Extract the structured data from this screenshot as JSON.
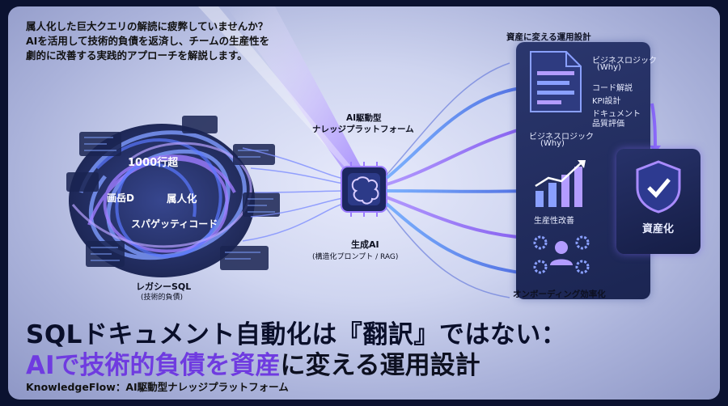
{
  "intro": {
    "line1": "属人化した巨大クエリの解読に疲弊していませんか？",
    "line2": "AIを活用して技術的負債を返済し、チームの生産性を",
    "line3": "劇的に改善する実践的アプローチを解説します。"
  },
  "left_cluster": {
    "tag_1000": "1000行超",
    "tag_cte": "画岳D",
    "tag_zokujin": "属人化",
    "tag_spaghetti": "スパゲッティコード",
    "caption_1": "レガシーSQL",
    "caption_2": "(技術的負債)"
  },
  "center": {
    "platform_1": "AI駆動型",
    "platform_2": "ナレッジプラットフォーム",
    "gen_ai": "生成AI",
    "gen_ai_sub": "(構造化プロンプト / RAG)"
  },
  "right": {
    "section_title": "資産に変える運用設計",
    "biz_logic_1": "ビジネスロジック",
    "biz_logic_2": "(Why)",
    "code_explain": "コード解説",
    "kpi": "KPI設計",
    "doc_quality_1": "ドキュメント",
    "doc_quality_2": "品質評価",
    "doc_caption_1": "ビジネスロジック",
    "doc_caption_2": "(Why)",
    "productivity": "生産性改善",
    "onboarding": "オンボーディング効率化",
    "asset": "資産化"
  },
  "headline": {
    "line1": "SQLドキュメント自動化は『翻訳』ではない：",
    "line2_accent": "AIで技術的負債を資産",
    "line2_rest": "に変える運用設計"
  },
  "footer": "KnowledgeFlow：AI駆動型ナレッジプラットフォーム",
  "colors": {
    "accent": "#6f3be0",
    "panel": "#1f2a5c",
    "glow": "#8f6bff"
  },
  "icons": [
    "brain-chip-icon",
    "document-icon",
    "bar-chart-icon",
    "team-gears-icon",
    "shield-check-icon"
  ]
}
